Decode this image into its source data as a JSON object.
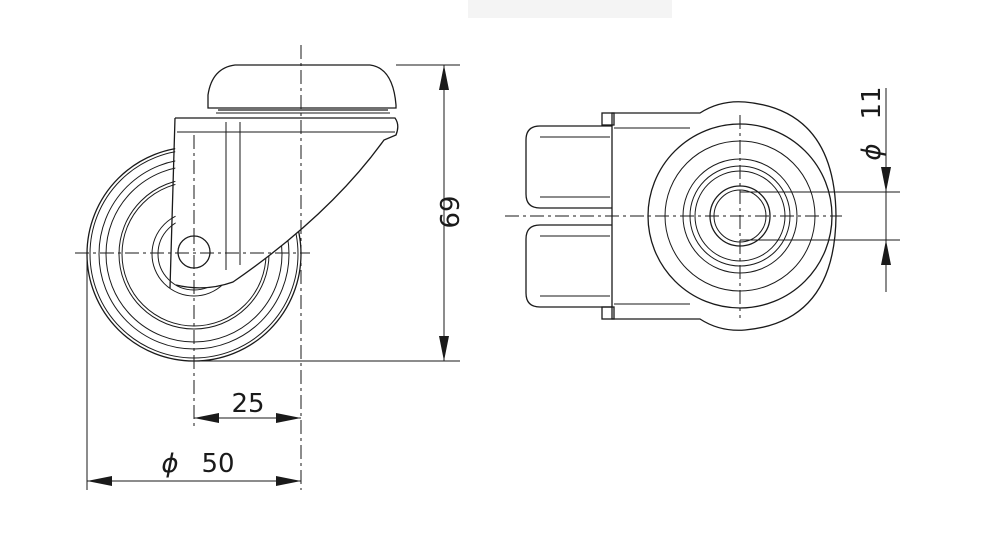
{
  "dimensions": {
    "height": "69",
    "offset": "25",
    "wheel_diameter_symbol": "ϕ",
    "wheel_diameter": "50",
    "bolt_diameter_symbol": "ϕ",
    "bolt_diameter": "11"
  }
}
